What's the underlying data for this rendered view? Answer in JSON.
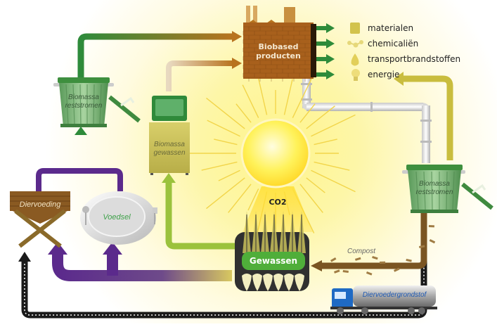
{
  "diagram": {
    "factory_label_line1": "Biobased",
    "factory_label_line2": "producten",
    "outputs": [
      {
        "label": "materialen",
        "icon": "canister-icon"
      },
      {
        "label": "chemicaliën",
        "icon": "molecule-icon"
      },
      {
        "label": "transportbrandstoffen",
        "icon": "fuel-drop-icon"
      },
      {
        "label": "energie",
        "icon": "lightbulb-icon"
      }
    ],
    "bin_left_line1": "Biomassa",
    "bin_left_line2": "reststromen",
    "bin_right_line1": "Biomassa",
    "bin_right_line2": "reststromen",
    "crop_box_line1": "Biomassa",
    "crop_box_line2": "gewassen",
    "co2_label": "CO2",
    "crops_label": "Gewassen",
    "compost_label": "Compost",
    "feed_label": "Diervoeding",
    "food_label": "Voedsel",
    "truck_label": "Diervoedergrondstof"
  },
  "colors": {
    "green_arrow": "#2e8b3a",
    "purple_arrow": "#5b2a8c",
    "brown_factory": "#a0601e",
    "olive_arrow": "#c9bd3e",
    "lime_arrow": "#9bc23c",
    "road": "#1a1a1a",
    "compost": "#7a5522",
    "sun": "#ffe94a"
  }
}
